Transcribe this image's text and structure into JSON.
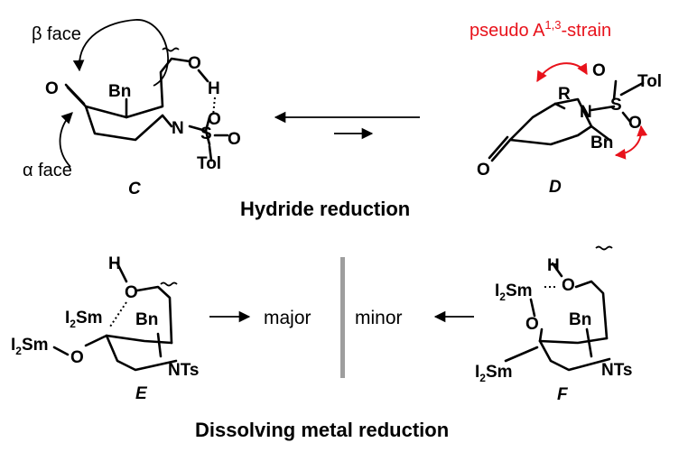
{
  "labels": {
    "compound_c": "C",
    "compound_d": "D",
    "compound_e": "E",
    "compound_f": "F"
  },
  "faces": {
    "beta": "β face",
    "alpha": "α face"
  },
  "strain": {
    "text": "pseudo A",
    "sup": "1,3",
    "suffix": "-strain",
    "color": "#e8121b"
  },
  "sections": {
    "hydride": "Hydride reduction",
    "dissolving": "Dissolving metal reduction"
  },
  "outcome": {
    "major": "major",
    "minor": "minor"
  },
  "atoms": {
    "O": "O",
    "H": "H",
    "N": "N",
    "S": "S",
    "Bn": "Bn",
    "Tol": "Tol",
    "R": "R",
    "NTs": "NTs",
    "Sm": "Sm",
    "I": "I",
    "two": "2"
  },
  "colors": {
    "divider": "#9e9e9e",
    "ink": "#000000"
  }
}
